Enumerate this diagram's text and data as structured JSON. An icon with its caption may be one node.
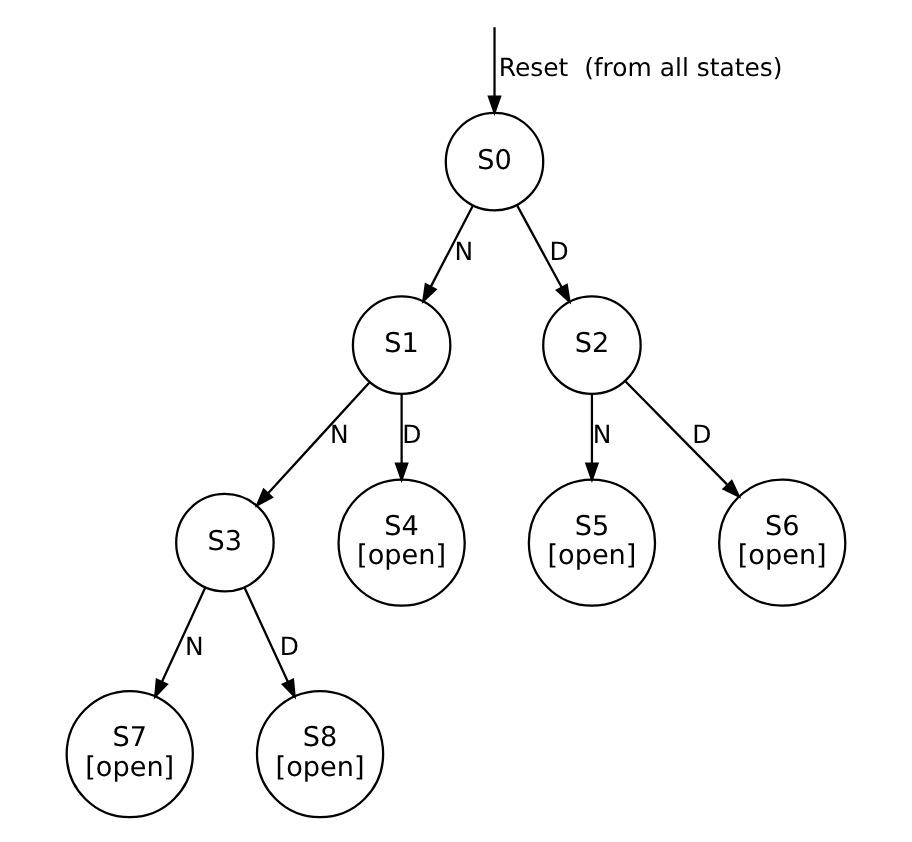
{
  "diagram": {
    "nodes": [
      {
        "text": [
          "S0"
        ]
      },
      {
        "text": [
          "S1"
        ]
      },
      {
        "text": [
          "S2"
        ]
      },
      {
        "text": [
          "S3"
        ]
      },
      {
        "text": [
          "S4",
          "[open]"
        ]
      },
      {
        "text": [
          "S5",
          "[open]"
        ]
      },
      {
        "text": [
          "S6",
          "[open]"
        ]
      },
      {
        "text": [
          "S7",
          "[open]"
        ]
      },
      {
        "text": [
          "S8",
          "[open]"
        ]
      }
    ],
    "edges": [
      {
        "from": null,
        "to": 0,
        "arrow": "to",
        "label": "Reset  (from all states)"
      },
      {
        "from": 0,
        "to": 1,
        "arrow": "to",
        "label": "N"
      },
      {
        "from": 0,
        "to": 2,
        "arrow": "to",
        "label": "D"
      },
      {
        "from": 1,
        "to": 3,
        "arrow": "to",
        "label": "N"
      },
      {
        "from": 1,
        "to": 4,
        "arrow": "to",
        "label": "D"
      },
      {
        "from": 2,
        "to": 5,
        "arrow": "to",
        "label": "N"
      },
      {
        "from": 2,
        "to": 6,
        "arrow": "to",
        "label": "D"
      },
      {
        "from": 3,
        "to": 7,
        "arrow": "to",
        "label": "N"
      },
      {
        "from": 3,
        "to": 8,
        "arrow": "to",
        "label": "D"
      }
    ]
  }
}
